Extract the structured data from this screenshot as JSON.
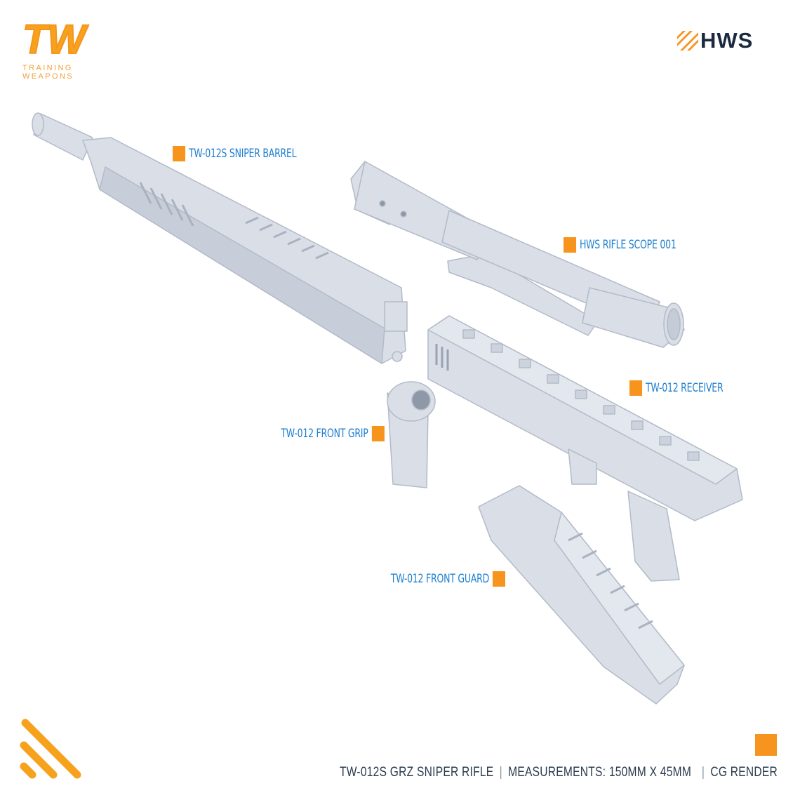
{
  "brand_left": {
    "logo_text": "TW",
    "tagline": "TRAINING WEAPONS"
  },
  "brand_right": {
    "logo_text": "HWS"
  },
  "parts": {
    "barrel": "TW-012S SNIPER BARREL",
    "scope": "HWS RIFLE SCOPE 001",
    "receiver": "TW-012 RECEIVER",
    "front_grip": "TW-012 FRONT GRIP",
    "front_guard": "TW-012 FRONT GUARD"
  },
  "footer": {
    "product": "TW-012S GRZ SNIPER RIFLE",
    "measurements": "MEASUREMENTS: 150MM X 45MM",
    "render": "CG RENDER"
  },
  "colors": {
    "accent": "#f7941d",
    "label": "#1d7fcf",
    "part": "#d9dee7",
    "hws_dark": "#1b2a3e"
  }
}
